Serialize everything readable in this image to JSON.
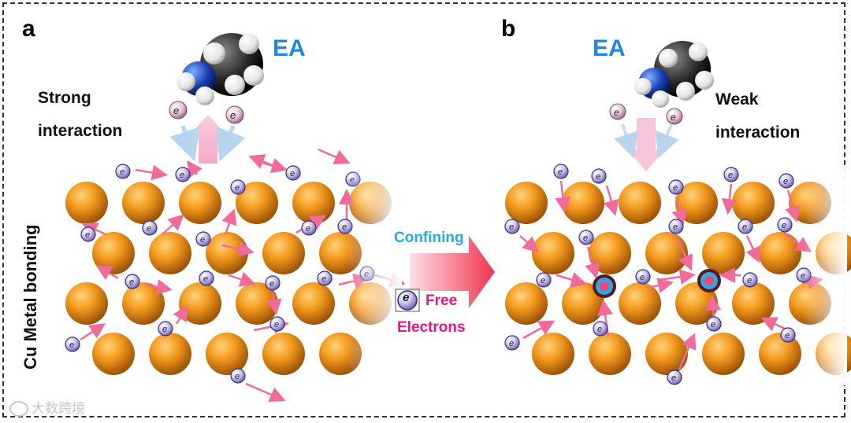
{
  "panel_a": {
    "letter": "a",
    "molecule_label": "EA",
    "interaction_line1": "Strong",
    "interaction_line2": "interaction"
  },
  "panel_b": {
    "letter": "b",
    "molecule_label": "EA",
    "interaction_line1": "Weak",
    "interaction_line2": "interaction"
  },
  "side_label": "Cu Metal bonding",
  "arrow_label": "Confining",
  "legend": {
    "electron_symbol": "e",
    "line1": "Free",
    "line2": "Electrons"
  },
  "watermark": "大数跨境",
  "colors": {
    "copper": "#f29a1c",
    "electron": "#b9aee6",
    "arrow_pink": "#f06a9a",
    "ea_blue": "#1e88e5",
    "confine_blue": "#29a9e0",
    "free_magenta": "#e8177a"
  }
}
